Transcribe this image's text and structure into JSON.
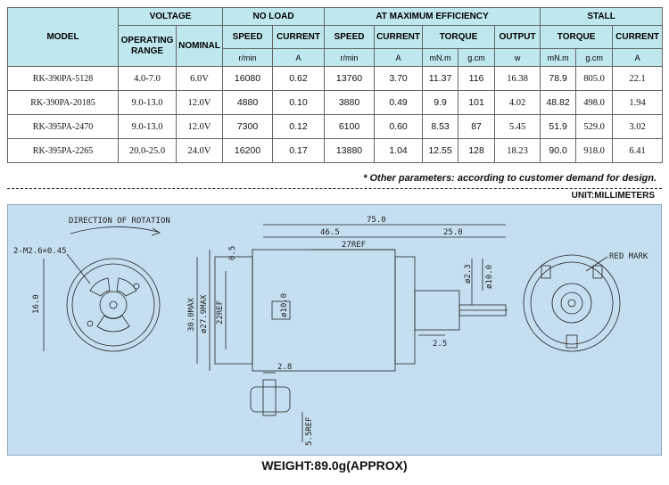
{
  "table": {
    "header": {
      "model": "MODEL",
      "voltage": "VOLTAGE",
      "no_load": "NO LOAD",
      "max_eff": "AT MAXIMUM EFFICIENCY",
      "stall": "STALL",
      "operating_range": "OPERATING RANGE",
      "nominal": "NOMINAL",
      "speed": "SPEED",
      "current": "CURRENT",
      "torque": "TORQUE",
      "output": "OUTPUT",
      "unit_rpm": "r/min",
      "unit_a": "A",
      "unit_mnm": "mN.m",
      "unit_gcm": "g.cm",
      "unit_w": "w"
    },
    "rows": [
      {
        "model": "RK-390PA-5128",
        "range": "4.0-7.0",
        "nominal": "6.0V",
        "nl_speed": "16080",
        "nl_current": "0.62",
        "me_speed": "13760",
        "me_current": "3.70",
        "me_torque_mnm": "11.37",
        "me_torque_gcm": "116",
        "me_output": "16.38",
        "st_torque_mnm": "78.9",
        "st_torque_gcm": "805.0",
        "st_current": "22.1"
      },
      {
        "model": "RK-390PA-20185",
        "range": "9.0-13.0",
        "nominal": "12.0V",
        "nl_speed": "4880",
        "nl_current": "0.10",
        "me_speed": "3880",
        "me_current": "0.49",
        "me_torque_mnm": "9.9",
        "me_torque_gcm": "101",
        "me_output": "4.02",
        "st_torque_mnm": "48.82",
        "st_torque_gcm": "498.0",
        "st_current": "1.94"
      },
      {
        "model": "RK-395PA-2470",
        "range": "9.0-13.0",
        "nominal": "12.0V",
        "nl_speed": "7300",
        "nl_current": "0.12",
        "me_speed": "6100",
        "me_current": "0.60",
        "me_torque_mnm": "8.53",
        "me_torque_gcm": "87",
        "me_output": "5.45",
        "st_torque_mnm": "51.9",
        "st_torque_gcm": "529.0",
        "st_current": "3.02"
      },
      {
        "model": "RK-395PA-2265",
        "range": "20.0-25.0",
        "nominal": "24.0V",
        "nl_speed": "16200",
        "nl_current": "0.17",
        "me_speed": "13880",
        "me_current": "1.04",
        "me_torque_mnm": "12.55",
        "me_torque_gcm": "128",
        "me_output": "18.23",
        "st_torque_mnm": "90.0",
        "st_torque_gcm": "918.0",
        "st_current": "6.41"
      }
    ]
  },
  "note": "* Other parameters: according to customer demand for design.",
  "unit_label": "UNIT:MILLIMETERS",
  "drawing": {
    "rotation_label": "DIRECTION OF ROTATION",
    "hole_label": "2-M2.6×0.45",
    "red_mark": "RED MARK",
    "dims": {
      "d75": "75.0",
      "d465": "46.5",
      "d250": "25.0",
      "d27ref": "27REF",
      "d05": "0.5",
      "d300max": "30.0MAX",
      "d279max": "ø27.9MAX",
      "d22ref": "22REF",
      "d100": "ø10.0",
      "d23": "ø2.3",
      "d100b": "ø10.0",
      "d25": "2.5",
      "d160": "16.0",
      "d28": "2.8",
      "d55ref": "5.5REF"
    }
  },
  "weight": "WEIGHT:89.0g(APPROX)"
}
